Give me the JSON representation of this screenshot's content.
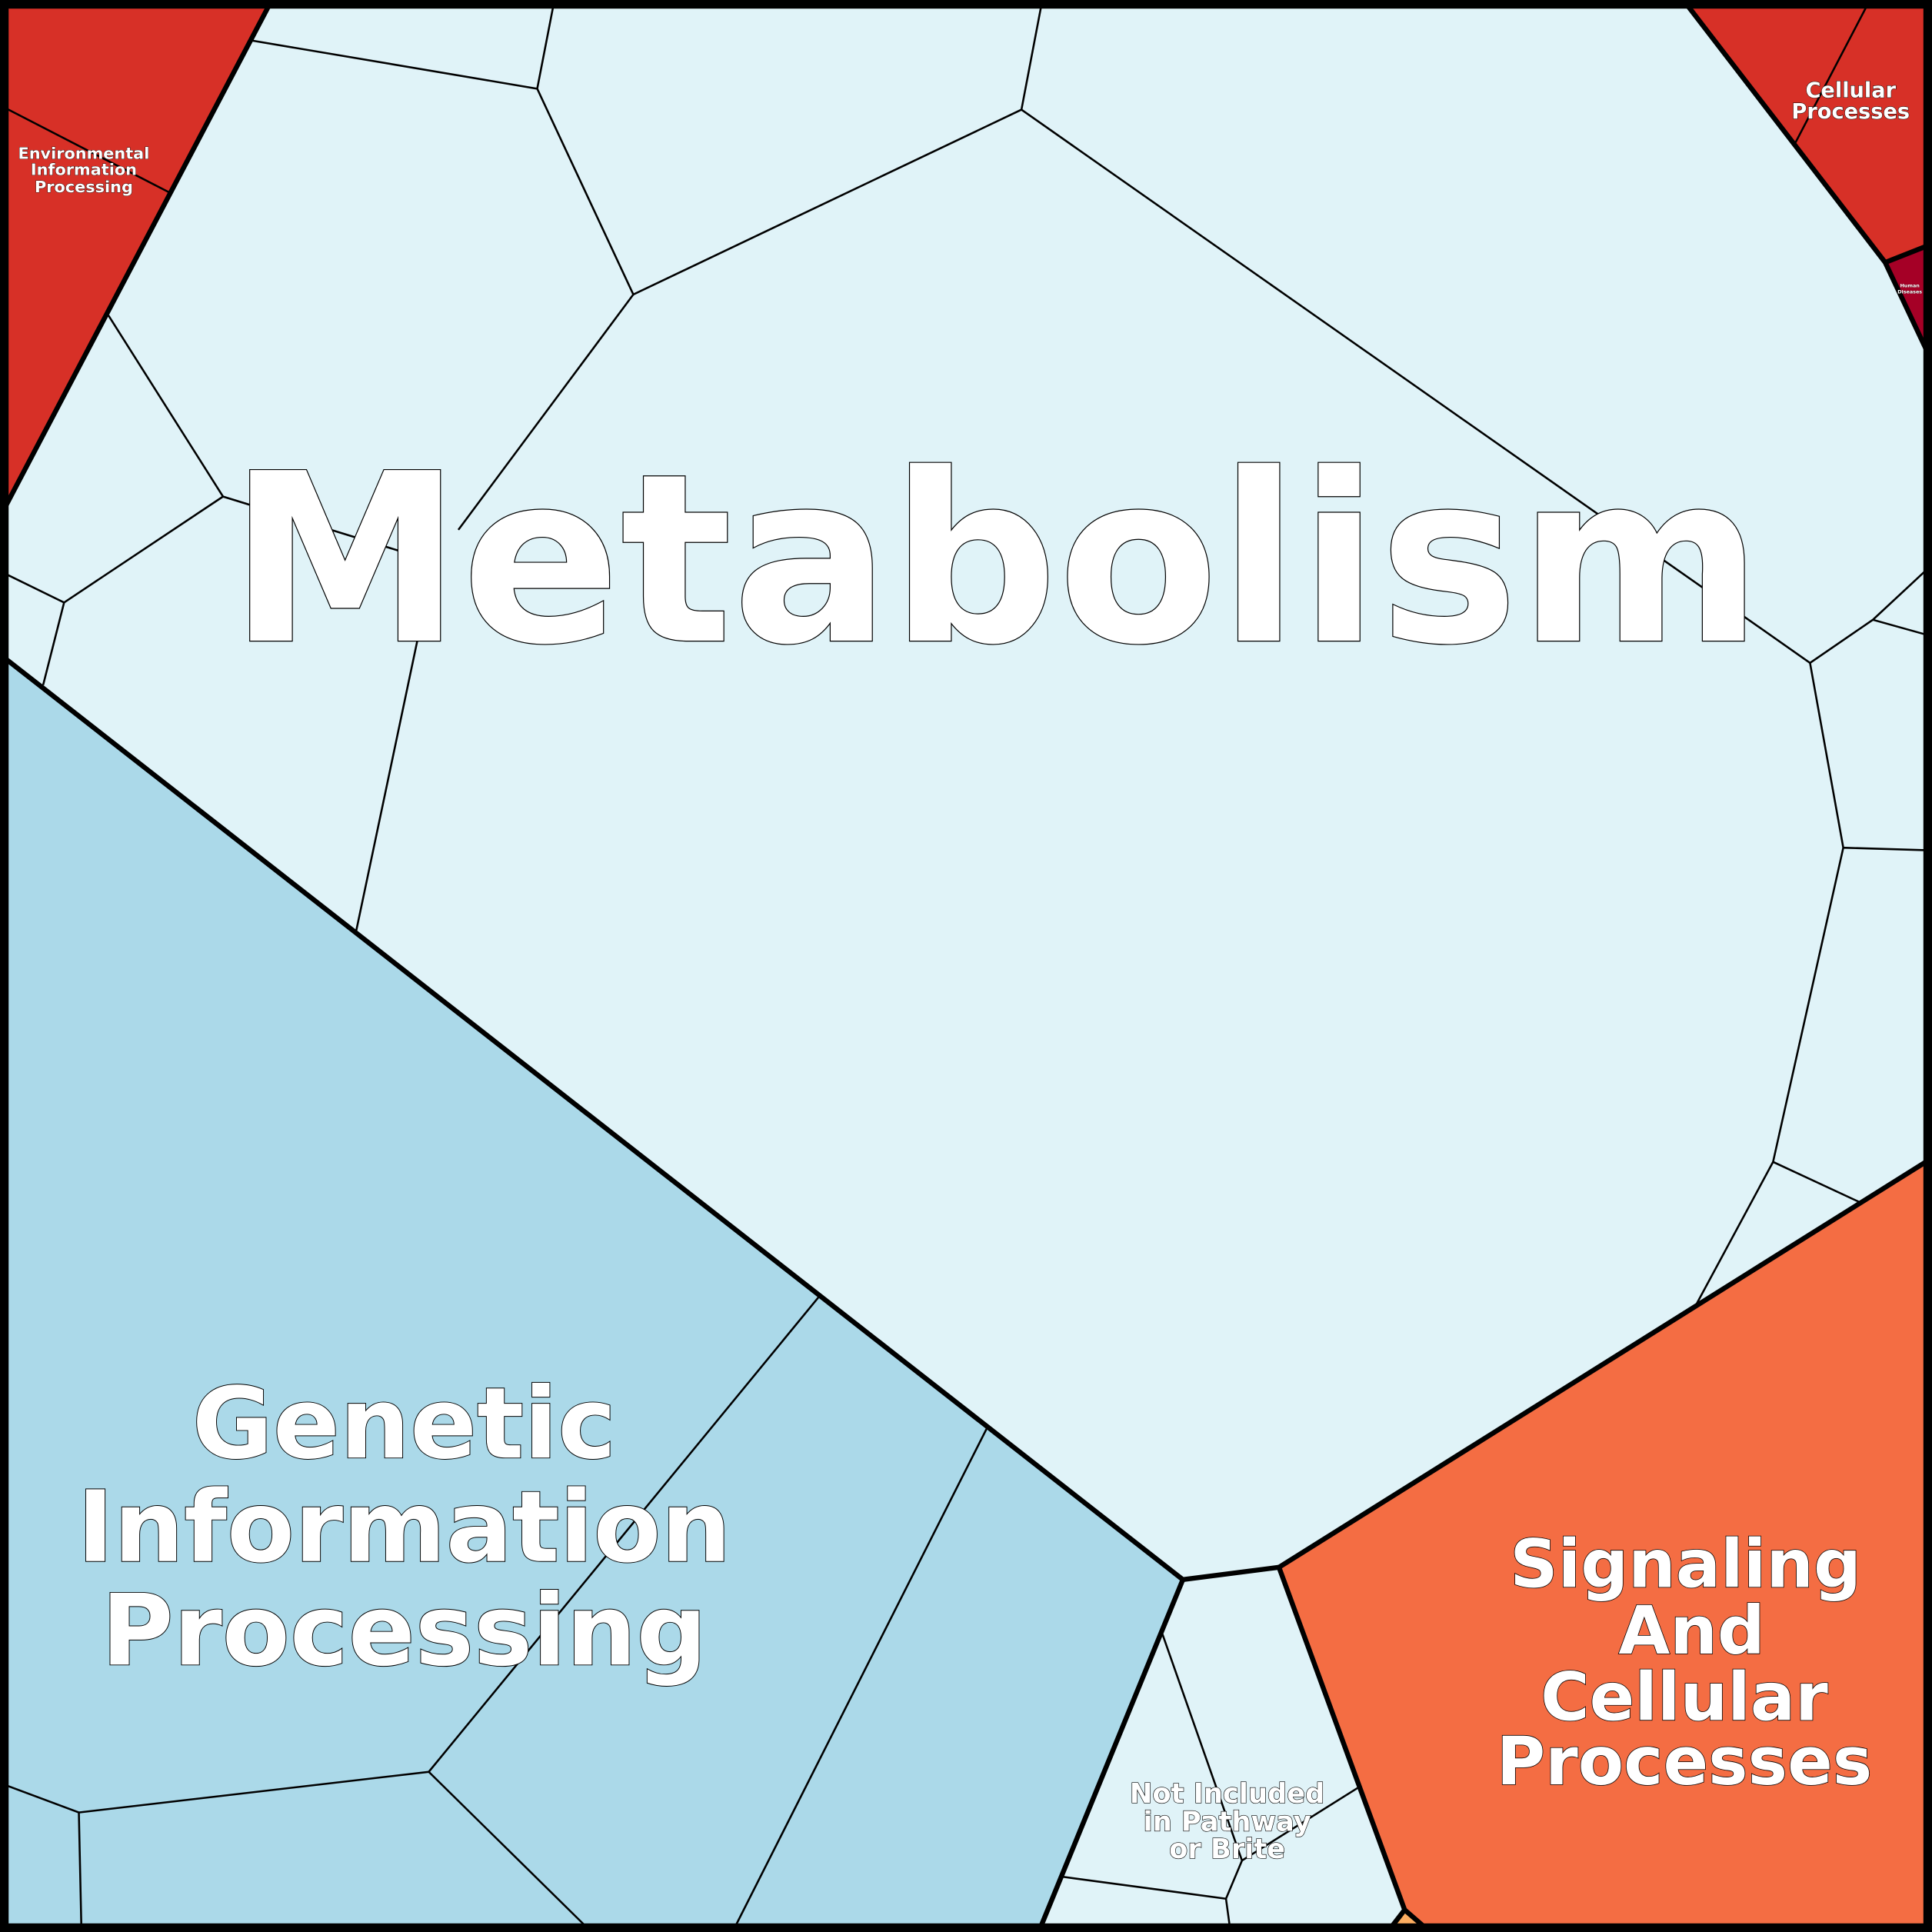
{
  "title": "Voronoi treemap of functional categories",
  "colors": {
    "metabolism": "#e0f3f8",
    "genetic": "#abd9e9",
    "signaling": "#f46d43",
    "environmental": "#d73027",
    "cellular": "#d73027",
    "human_diseases": "#a50026",
    "minor": "#fdae61",
    "not_included": "#e0f3f8"
  },
  "labels": {
    "metabolism": [
      "Metabolism"
    ],
    "genetic": [
      "Genetic",
      "Information",
      "Processing"
    ],
    "signaling": [
      "Signaling",
      "And",
      "Cellular",
      "Processes"
    ],
    "not_included": [
      "Not Included",
      "in Pathway",
      "or Brite"
    ],
    "cellular": [
      "Cellular",
      "Processes"
    ],
    "environmental": [
      "Environmental",
      "Information",
      "Processing"
    ],
    "human_diseases": [
      "Human",
      "Diseases"
    ]
  }
}
